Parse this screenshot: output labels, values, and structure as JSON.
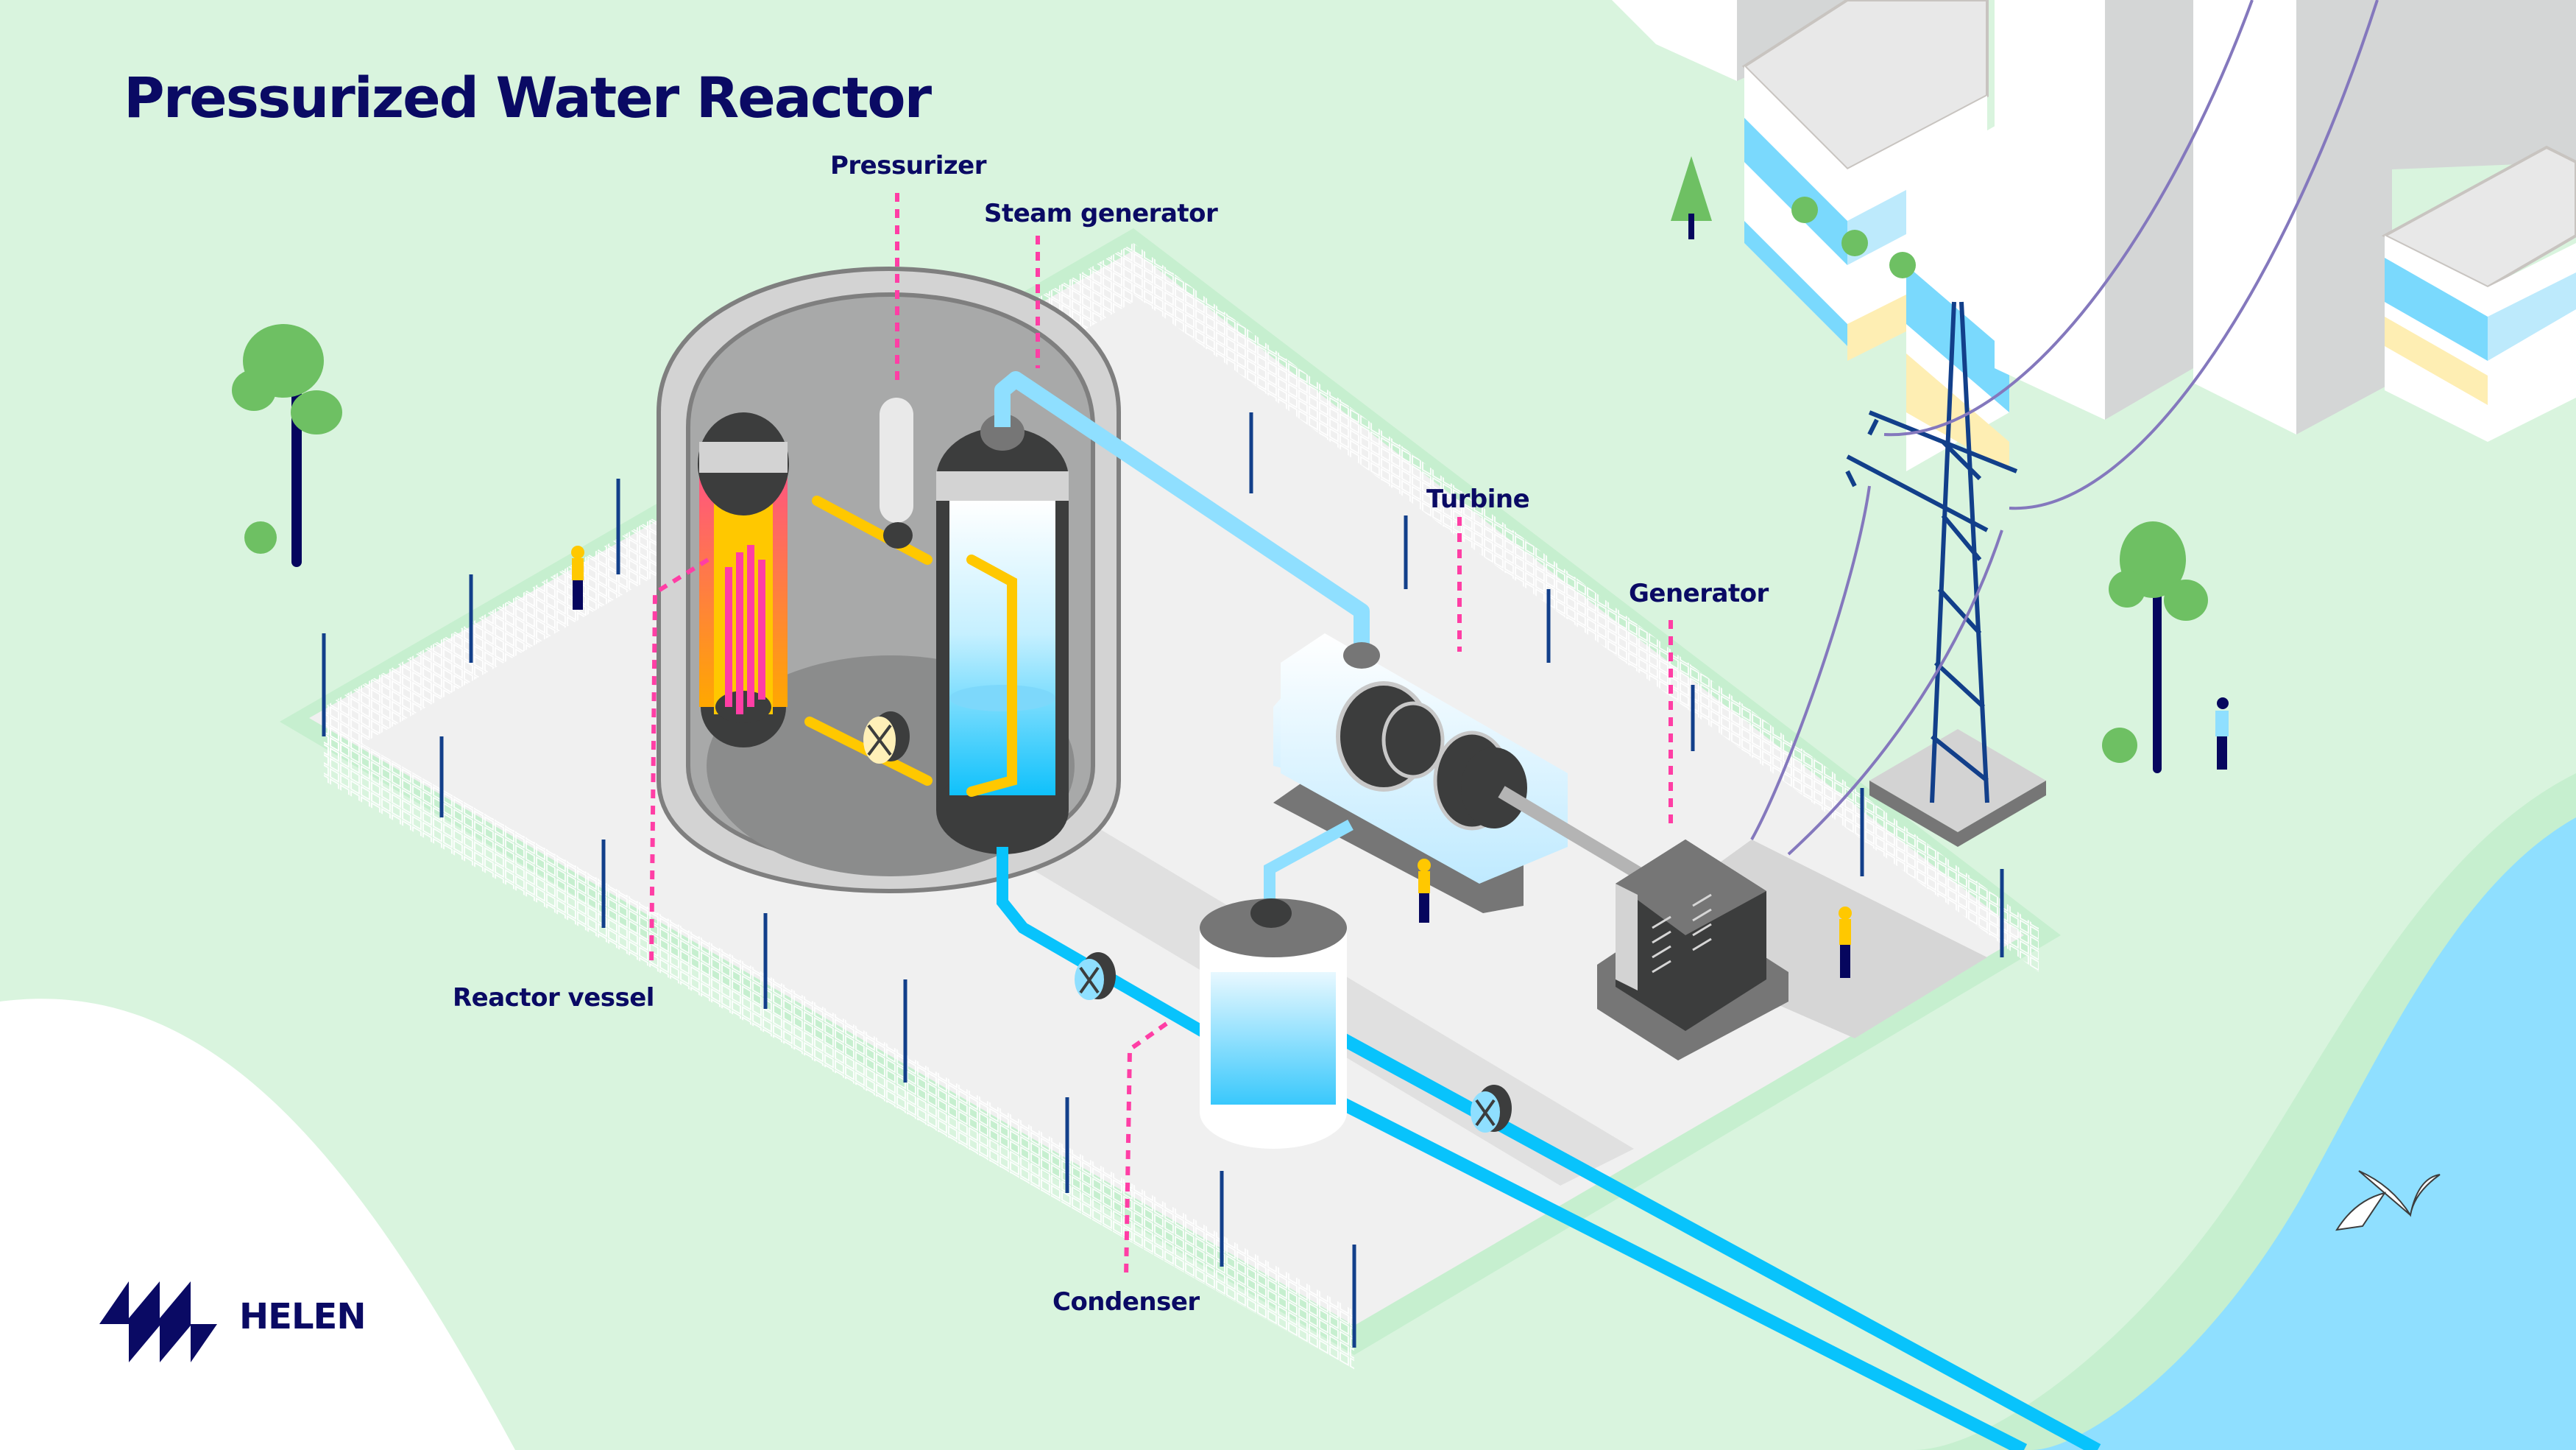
{
  "title": "Pressurized Water Reactor",
  "labels": {
    "pressurizer": "Pressurizer",
    "steam_generator": "Steam generator",
    "turbine": "Turbine",
    "generator": "Generator",
    "reactor_vessel": "Reactor vessel",
    "condenser": "Condenser"
  },
  "logo": {
    "text": "HELEN",
    "icon": "helen-wave-logo-icon"
  },
  "colors": {
    "background_green": "#d9f4de",
    "grass_dark": "#c6efcf",
    "platform": "#f0f0f0",
    "text_navy": "#0a0a64",
    "leader_pink": "#ff3ea5",
    "primary_loop_yellow": "#ffc800",
    "steam_pipe_blue": "#8fdfff",
    "cooling_pipe_blue": "#08c3fc",
    "water_blue": "#8fdfff",
    "containment_grey": "#a8a9a9",
    "vessel_dark": "#3c3d3d",
    "tree_green": "#6ec063",
    "pylon_blue": "#123f8a",
    "power_line_purple": "#8478bd"
  },
  "components": [
    {
      "id": "containment-dome",
      "icon": "containment-dome-icon"
    },
    {
      "id": "reactor-vessel",
      "icon": "reactor-core-icon"
    },
    {
      "id": "pressurizer",
      "icon": "pressurizer-tank-icon"
    },
    {
      "id": "steam-generator",
      "icon": "steam-generator-icon"
    },
    {
      "id": "turbine",
      "icon": "turbine-icon"
    },
    {
      "id": "generator",
      "icon": "generator-icon"
    },
    {
      "id": "condenser",
      "icon": "condenser-icon"
    },
    {
      "id": "pumps",
      "icon": "pump-icon"
    },
    {
      "id": "transmission-tower",
      "icon": "pylon-icon"
    },
    {
      "id": "apartment-buildings",
      "icon": "building-icon"
    },
    {
      "id": "sea",
      "icon": "water-icon"
    },
    {
      "id": "seagulls",
      "icon": "seagull-icon"
    },
    {
      "id": "workers",
      "icon": "worker-icon"
    },
    {
      "id": "trees",
      "icon": "tree-icon"
    }
  ]
}
